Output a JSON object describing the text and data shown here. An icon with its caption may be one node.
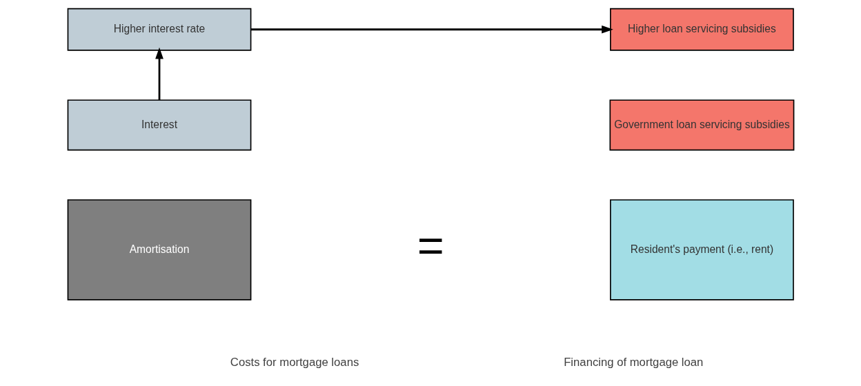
{
  "diagram": {
    "nodes": [
      {
        "text": [
          "Higher interest rate"
        ]
      },
      {
        "text": [
          "Higher loan servicing subsidies"
        ]
      },
      {
        "text": [
          "Interest"
        ]
      },
      {
        "text": [
          "Amortisation"
        ]
      },
      {
        "text": [
          "Government loan servicing subsidies"
        ]
      },
      {
        "text": [
          "Resident's payment (i.e., rent)"
        ]
      }
    ],
    "edges": [
      {
        "from": 2,
        "to": 0,
        "arrow": "to"
      },
      {
        "from": 0,
        "to": 1,
        "arrow": "to"
      }
    ],
    "labels": [
      "=",
      "Costs for mortgage loans",
      "Financing of mortgage loan"
    ]
  }
}
